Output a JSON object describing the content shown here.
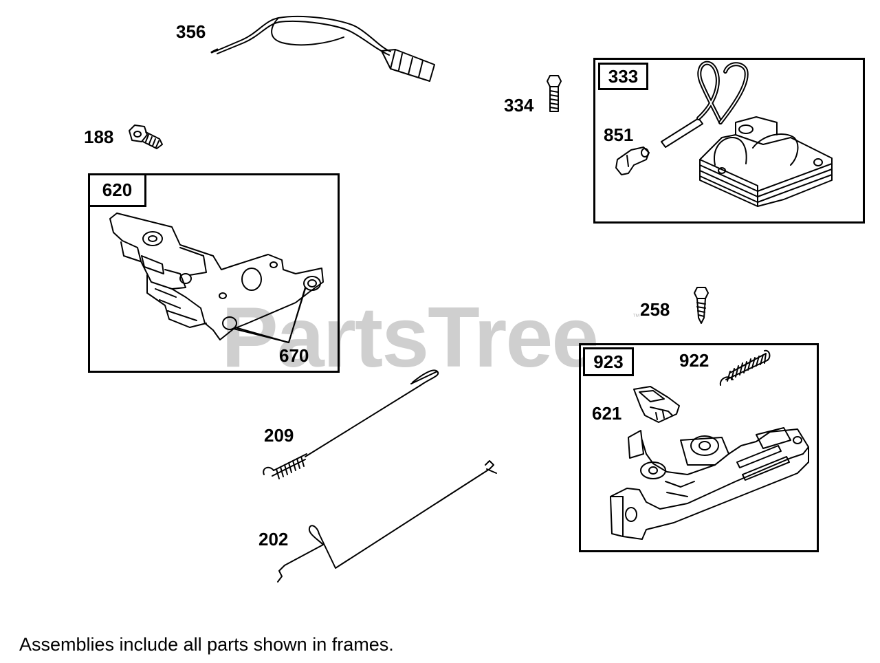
{
  "watermark": {
    "text": "PartsTree",
    "trademark": "™",
    "color": "#cfcfcf"
  },
  "labels": {
    "p356": "356",
    "p334": "334",
    "p188": "188",
    "p851": "851",
    "p670": "670",
    "p258": "258",
    "p922": "922",
    "p621": "621",
    "p209": "209",
    "p202": "202"
  },
  "frames": {
    "f620": "620",
    "f333": "333",
    "f923": "923"
  },
  "footer": {
    "note": "Assemblies include all parts shown in frames."
  }
}
